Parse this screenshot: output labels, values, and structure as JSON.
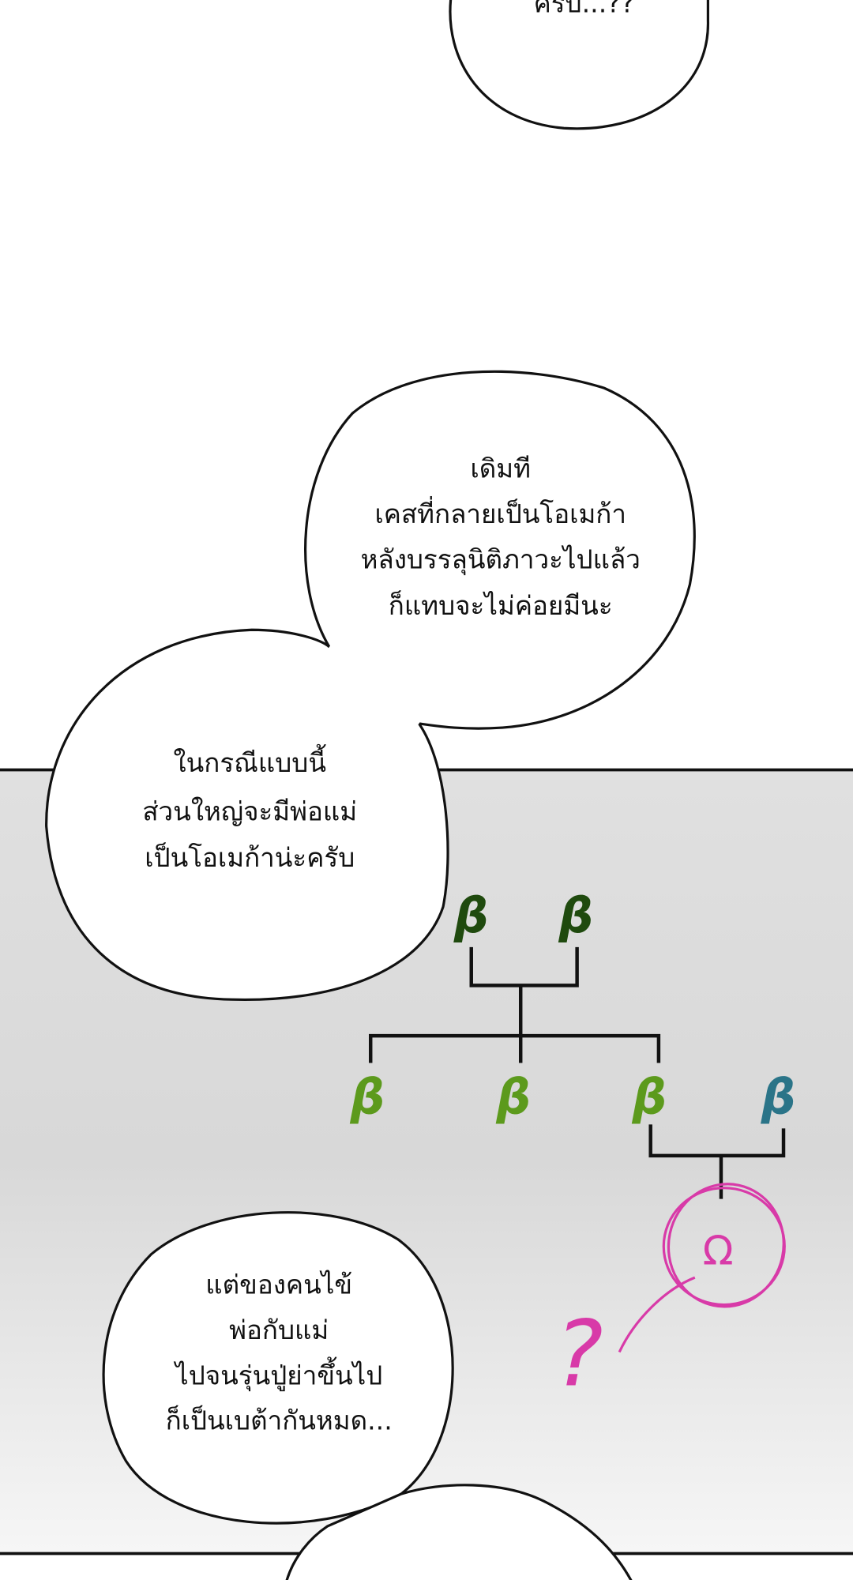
{
  "bubbles": {
    "top": [
      "ครับ...??"
    ],
    "second": [
      "เดิมที",
      "เคสที่กลายเป็นโอเมก้า",
      "หลังบรรลุนิติภาวะไปแล้ว",
      "ก็แทบจะไม่ค่อยมีนะ"
    ],
    "third": [
      "ในกรณีแบบนี้",
      "ส่วนใหญ่จะมีพ่อแม่",
      "เป็นโอเมก้าน่ะครับ"
    ],
    "fourth": [
      "แต่ของคนไข้",
      "พ่อกับแม่",
      "ไปจนรุ่นปู่ย่าขึ้นไป",
      "ก็เป็นเบต้ากันหมด..."
    ]
  },
  "diagram": {
    "beta_symbol": "β",
    "omega_symbol": "Ω",
    "question_mark": "?",
    "colors": {
      "grandparents": "#1f4a0e",
      "parents": "#5c9a1c",
      "other_parent": "#2a7488",
      "omega": "#d83aa8",
      "line": "#111111"
    }
  }
}
